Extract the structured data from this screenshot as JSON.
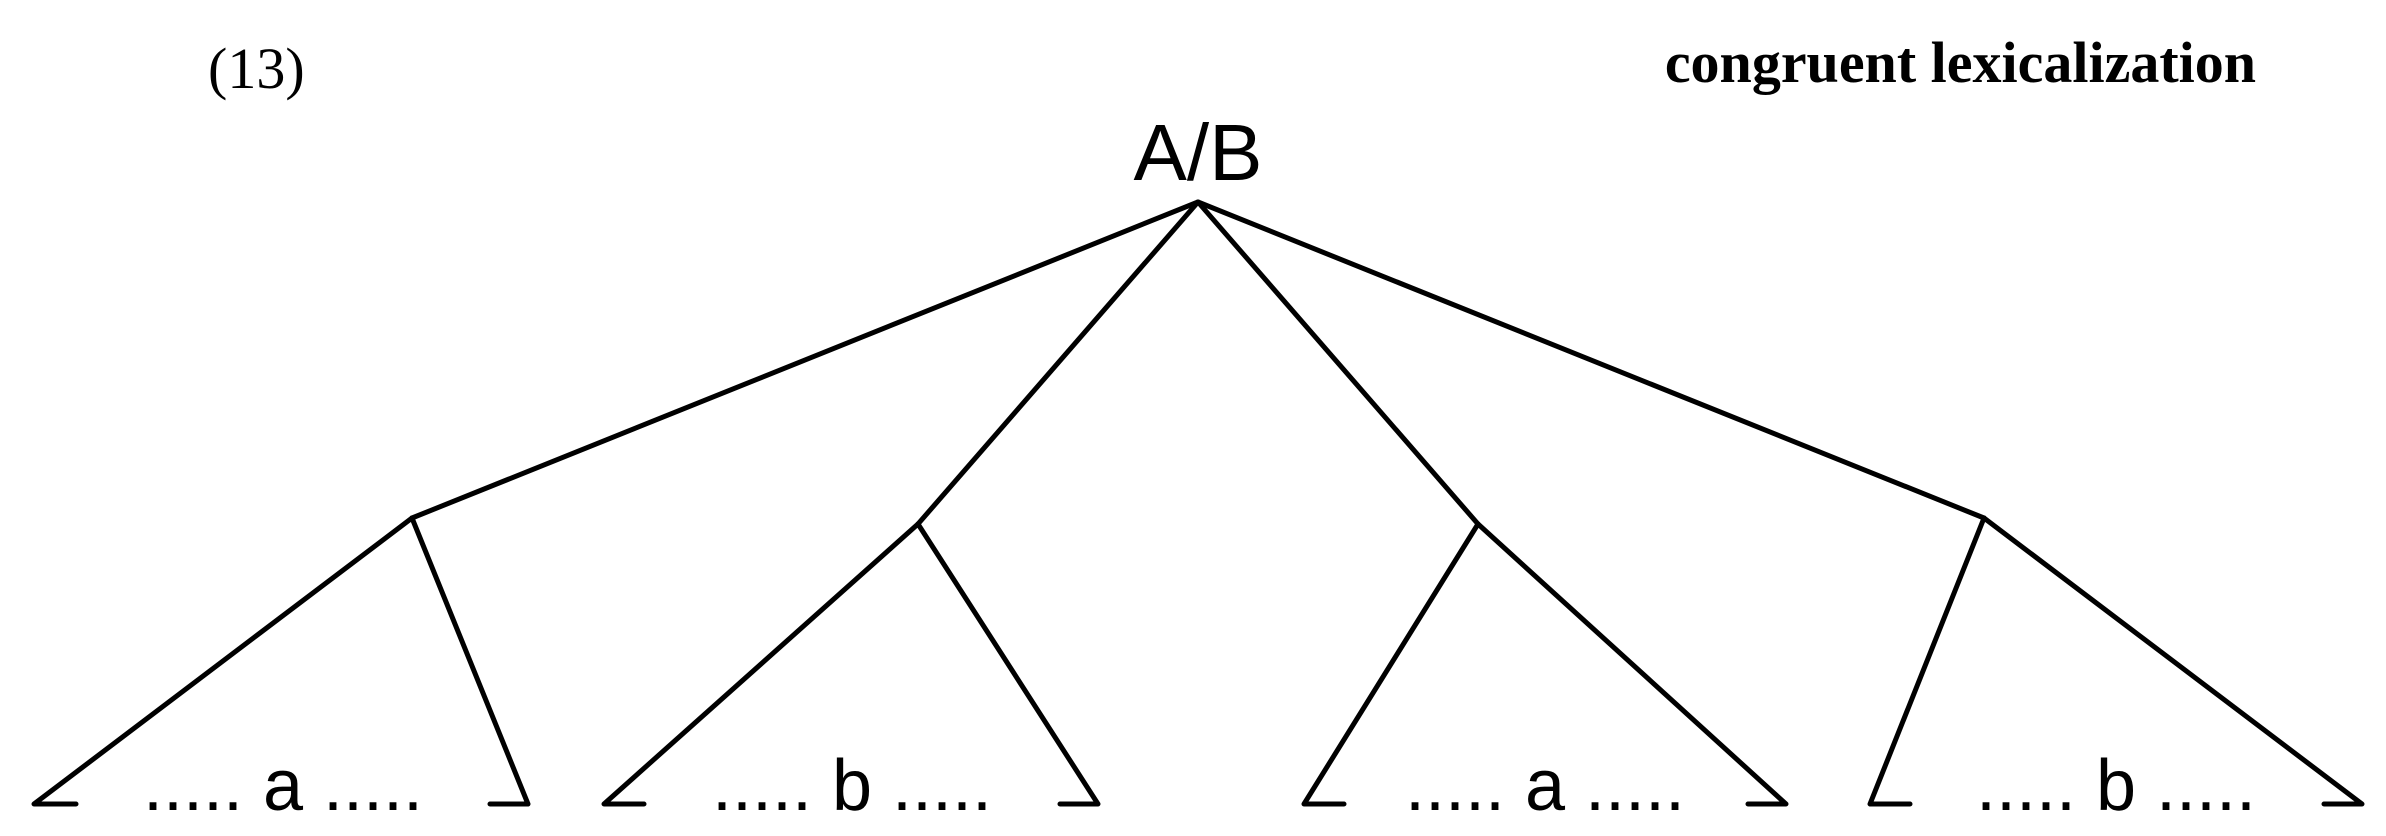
{
  "example_number": "(13)",
  "title": "congruent lexicalization",
  "root_label": "A/B",
  "leaves": [
    {
      "text": "..... a ....."
    },
    {
      "text": "..... b ....."
    },
    {
      "text": "..... a ....."
    },
    {
      "text": "..... b ....."
    }
  ]
}
